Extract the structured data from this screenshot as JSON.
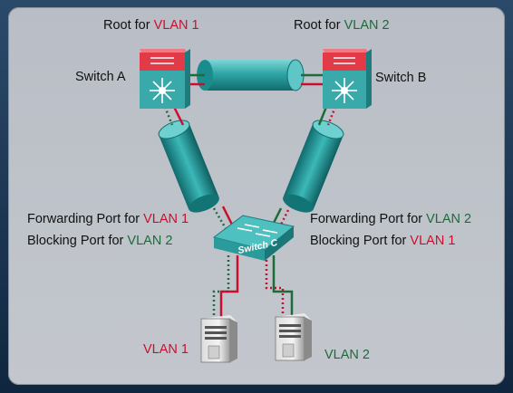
{
  "labels": {
    "root_vlan1_prefix": "Root for ",
    "root_vlan1_vlan": "VLAN 1",
    "root_vlan2_prefix": "Root for ",
    "root_vlan2_vlan": "VLAN 2",
    "switch_a": "Switch A",
    "switch_b": "Switch B",
    "switch_c": "Switch C",
    "c_left_forward_prefix": "Forwarding Port for ",
    "c_left_forward_vlan": "VLAN 1",
    "c_left_block_prefix": "Blocking Port for ",
    "c_left_block_vlan": "VLAN 2",
    "c_right_forward_prefix": "Forwarding Port for ",
    "c_right_forward_vlan": "VLAN 2",
    "c_right_block_prefix": "Blocking Port for ",
    "c_right_block_vlan": "VLAN 1",
    "host1_vlan": "VLAN 1",
    "host2_vlan": "VLAN 2"
  },
  "colors": {
    "vlan1": "#c8102e",
    "vlan2": "#1d6b3a",
    "trunk_pipe": "#2fa6a6",
    "switch_face": "#3aa9a9",
    "switch_top_red": "#e33a48"
  },
  "icons": [
    "switch-a-icon",
    "switch-b-icon",
    "switch-c-icon",
    "server-1-icon",
    "server-2-icon"
  ]
}
